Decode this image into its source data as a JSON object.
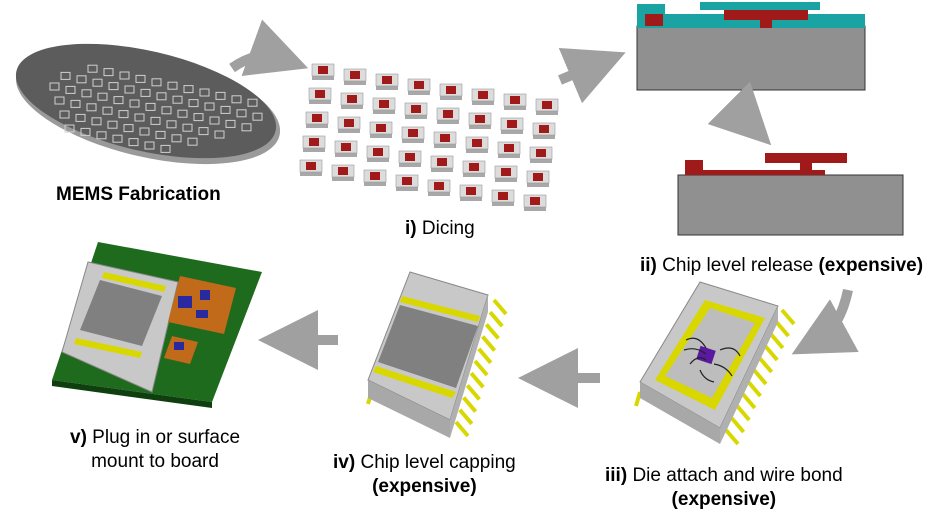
{
  "colors": {
    "wafer": "#5c5c5c",
    "die_body": "#c8c8c8",
    "die_top": "#dcdcdc",
    "mems_red": "#a01a1a",
    "cap_teal": "#1aa3a3",
    "substrate": "#909090",
    "pcb_green": "#1e6b1e",
    "lead_yellow": "#d8d800",
    "arrow_gray": "#a0a0a0",
    "chip_orange": "#c06a1a",
    "die_purple": "#5a1aa0"
  },
  "labels": {
    "mems_fabrication": "MEMS Fabrication",
    "dicing": {
      "prefix": "i)",
      "text": " Dicing"
    },
    "release": {
      "prefix": "ii)",
      "text": " Chip level release ",
      "note": "(expensive)"
    },
    "die_attach": {
      "prefix": "iii)",
      "text": " Die attach and wire bond",
      "note": "(expensive)"
    },
    "capping": {
      "prefix": "iv)",
      "text": " Chip level capping",
      "note": "(expensive)"
    },
    "plug_in": {
      "prefix": "v)",
      "text": " Plug in or surface",
      "line2": "mount to board"
    }
  }
}
